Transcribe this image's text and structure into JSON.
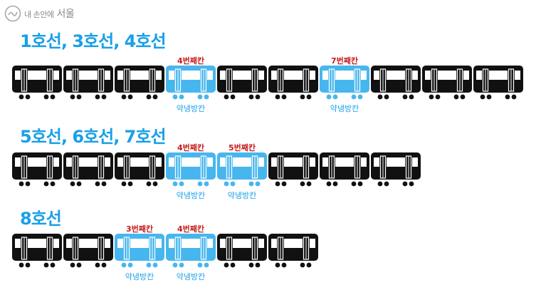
{
  "logo": {
    "small_text": "내 손안에",
    "big_text": "서울"
  },
  "colors": {
    "accent": "#1aa0e6",
    "car_normal": "#111111",
    "car_weak": "#47b6ee",
    "label_red": "#c81e1e"
  },
  "lines": [
    {
      "title": "1호선, 3호선, 4호선",
      "cars": [
        {
          "weak": false
        },
        {
          "weak": false
        },
        {
          "weak": false
        },
        {
          "weak": true,
          "label": "4번째칸",
          "caption": "약냉방칸"
        },
        {
          "weak": false
        },
        {
          "weak": false
        },
        {
          "weak": true,
          "label": "7번째칸",
          "caption": "약냉방칸"
        },
        {
          "weak": false
        },
        {
          "weak": false
        },
        {
          "weak": false
        }
      ]
    },
    {
      "title": "5호선, 6호선, 7호선",
      "cars": [
        {
          "weak": false
        },
        {
          "weak": false
        },
        {
          "weak": false
        },
        {
          "weak": true,
          "label": "4번째칸",
          "caption": "약냉방칸"
        },
        {
          "weak": true,
          "label": "5번째칸",
          "caption": "약냉방칸"
        },
        {
          "weak": false
        },
        {
          "weak": false
        },
        {
          "weak": false
        }
      ]
    },
    {
      "title": "8호선",
      "cars": [
        {
          "weak": false
        },
        {
          "weak": false
        },
        {
          "weak": true,
          "label": "3번째칸",
          "caption": "약냉방칸"
        },
        {
          "weak": true,
          "label": "4번째칸",
          "caption": "약냉방칸"
        },
        {
          "weak": false
        },
        {
          "weak": false
        }
      ]
    }
  ]
}
